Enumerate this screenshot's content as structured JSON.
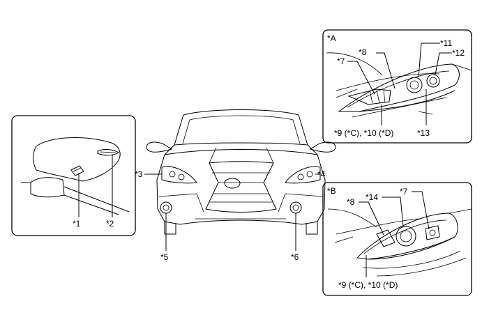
{
  "mirror_panel": {
    "callouts": [
      "*1",
      "*2"
    ]
  },
  "car_front": {
    "callouts": [
      "*3",
      "*4",
      "*5",
      "*6"
    ]
  },
  "detail_a": {
    "tag": "*A",
    "callouts": [
      "*7",
      "*8",
      "*11",
      "*12",
      "*9 (*C), *10 (*D)",
      "*13"
    ]
  },
  "detail_b": {
    "tag": "*B",
    "callouts": [
      "*8",
      "*14",
      "*7",
      "*9 (*C), *10 (*D)"
    ]
  }
}
